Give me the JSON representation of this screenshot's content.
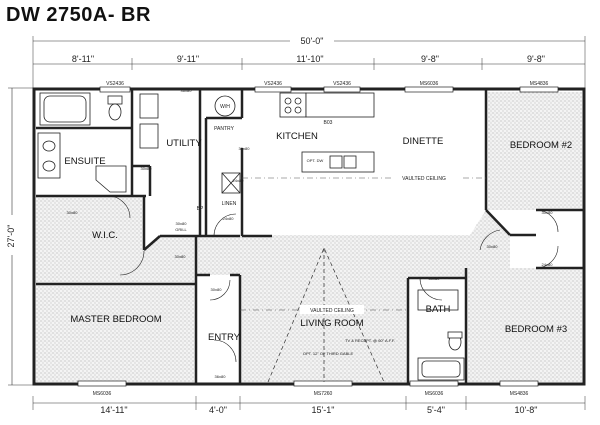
{
  "title": "DW 2750A- BR",
  "overall_width": "50'-0\"",
  "overall_depth": "27'-0\"",
  "top_dims": [
    "8'-11\"",
    "9'-11\"",
    "11'-10\"",
    "9'-8\"",
    "9'-8\""
  ],
  "bottom_dims": [
    "14'-11\"",
    "4'-0\"",
    "15'-1\"",
    "5'-4\"",
    "10'-8\""
  ],
  "rooms": {
    "ensuite": "ENSUITE",
    "utility": "UTILITY",
    "kitchen": "KITCHEN",
    "dinette": "DINETTE",
    "bedroom2": "BEDROOM #2",
    "wic": "W.I.C.",
    "master": "MASTER BEDROOM",
    "entry": "ENTRY",
    "living": "LIVING ROOM",
    "bath": "BATH",
    "bedroom3": "BEDROOM #3",
    "pantry": "PANTRY",
    "linen": "LINEN"
  },
  "notes": {
    "vaulted1": "VAULTED CEILING",
    "vaulted2": "VAULTED CEILING",
    "tv": "TV & RECEPT. @ 60\" A.F.F.",
    "gable": "OPT. 12\" OF THIRD GABLE",
    "grill": "GRILL",
    "wh": "W/H",
    "opt_dw": "OPT. DW",
    "bp": "BP"
  },
  "windows": {
    "w1": "VS2436",
    "w2": "VS2436",
    "w3": "VS2436",
    "w4": "MS6036",
    "w5": "MS4836",
    "w6": "MS6036",
    "w7": "MS7260",
    "w8": "MS6036",
    "w9": "MS4836"
  },
  "door_labels": {
    "d1": "36x80",
    "d2": "30x80",
    "d3": "30x80",
    "d4": "30x80",
    "d5": "24x80",
    "d6": "30x80",
    "d7": "24x80",
    "d8": "30x80",
    "d9": "30x80",
    "d10": "36x80",
    "d11": "30x80",
    "d12": "30x80",
    "d13": "30x80",
    "d14": "24x80"
  },
  "labels": {
    "b03": "B03"
  }
}
